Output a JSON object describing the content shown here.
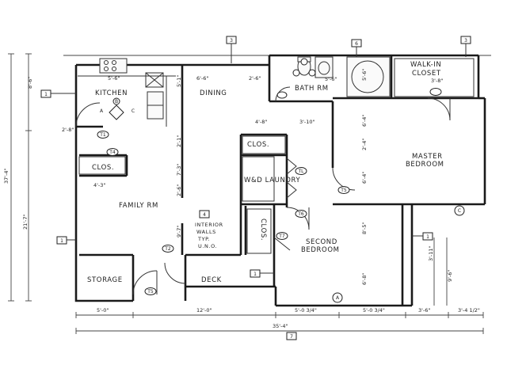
{
  "rooms": {
    "kitchen": "KITCHEN",
    "dining": "DINING",
    "bath": "BATH RM",
    "walk_in_1": "WALK-IN",
    "walk_in_2": "CLOSET",
    "master_1": "MASTER",
    "master_2": "BEDROOM",
    "clos_a": "CLOS.",
    "clos_b": "CLOS.",
    "clos_c": "CLOS.",
    "laundry": "W&D LAUNDRY",
    "family": "FAMILY RM",
    "interior_1": "INTERIOR",
    "interior_2": "WALLS",
    "interior_3": "TYP.",
    "interior_4": "U.N.O.",
    "second_1": "SECOND",
    "second_2": "BEDROOM",
    "storage": "STORAGE",
    "deck": "DECK"
  },
  "dims": {
    "d_5_6": "5'-6\"",
    "d_6_6": "6'-6\"",
    "d_2_6": "2'-6\"",
    "d_5_6b": "5'-6\"",
    "d_3_8": "3'-8\"",
    "d_2_8": "2'-8\"",
    "d_4_3": "4'-3\"",
    "d_4_8": "4'-8\"",
    "d_3_10": "3'-10\"",
    "d_5_0": "5'-0\"",
    "d_12_0": "12'-0\"",
    "d_5_0b": "5'-0 3/4\"",
    "d_5_0c": "5'-0 3/4\"",
    "d_3_6": "3'-6\"",
    "d_3_4": "3'-4 1/2\"",
    "d_overall": "35'-4\"",
    "v_8_6": "8'-6\"",
    "v_37_4": "37'-4\"",
    "v_21_7": "21'-7\"",
    "v_5_1": "5'-1\"",
    "v_2_1": "2'-1\"",
    "v_7_3": "7'-3\"",
    "v_2_6": "2'-6\"",
    "v_9_7": "9'-7\"",
    "v_6_4": "6'-4\"",
    "v_2_4": "2'-4\"",
    "v_6_4b": "6'-4\"",
    "v_8_5": "8'-5\"",
    "v_6_8": "6'-8\"",
    "v_5_6": "5'-6\"",
    "v_3_11": "3'-11\"",
    "v_9_6": "9'-6\""
  },
  "tags": {
    "t1a": "1",
    "t1b": "1",
    "t1c": "1",
    "t1d": "1",
    "t3a": "3",
    "t3b": "3",
    "t4": "4",
    "t6": "6",
    "t7": "7",
    "tA": "A",
    "tB": "B",
    "tC": "C",
    "t_c_master": "C",
    "t_a_second": "A",
    "t_t1": "T1",
    "t_t2": "T2",
    "t_t4": "T4",
    "t_t5": "T5",
    "t_t6": "T6",
    "t_t7": "T7",
    "t_tl": "TL",
    "t_tc": "T5"
  }
}
